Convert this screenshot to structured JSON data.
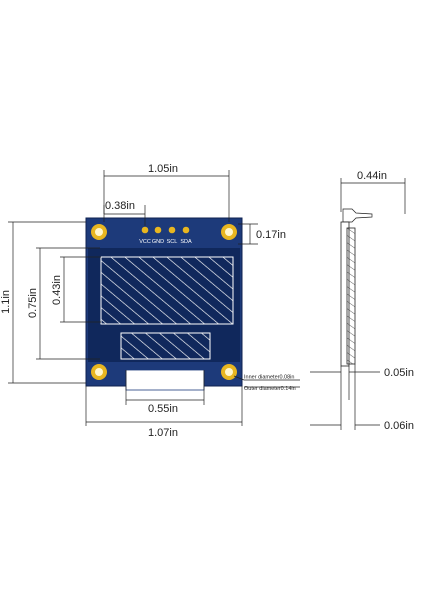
{
  "dimensions": {
    "board_width_top": "1.05in",
    "pin_offset": "0.38in",
    "hole_offset": "0.17in",
    "board_height": "1.1in",
    "display_height": "0.75in",
    "active_height": "0.43in",
    "cutout_width": "0.55in",
    "board_width_bottom": "1.07in",
    "side_width": "0.44in",
    "side_thickness_1": "0.05in",
    "side_thickness_2": "0.06in"
  },
  "pins": [
    "VCC",
    "GND",
    "SCL",
    "SDA"
  ],
  "notes": {
    "inner_diameter": "Inner diameter0.08in",
    "outer_diameter": "Outer diameter0.14in"
  },
  "colors": {
    "pcb": "#1d3a7a",
    "pcb_dark": "#10285c",
    "gold": "#e8b620",
    "gold_inner": "#fff6cc"
  }
}
